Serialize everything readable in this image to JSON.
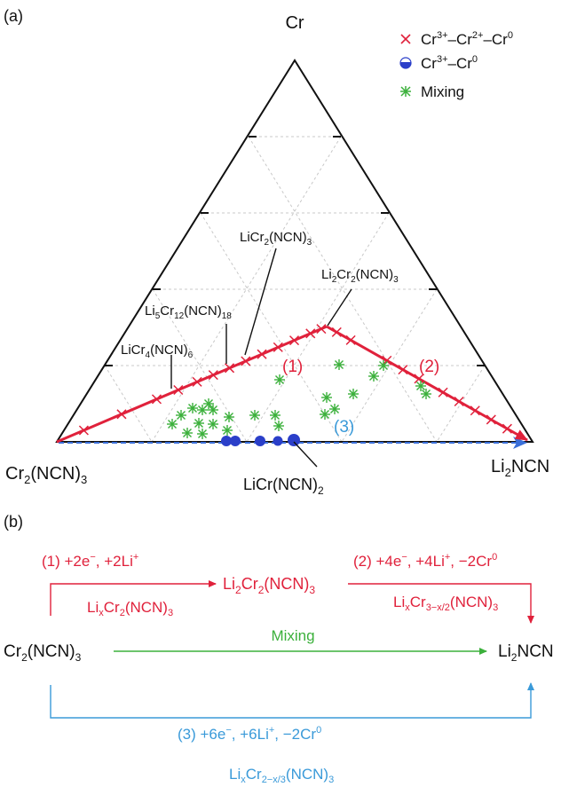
{
  "panel_a": {
    "label": "(a)",
    "vertices": {
      "top": "Cr",
      "left": {
        "base": "Cr",
        "sub": "2",
        "tail": "(NCN)",
        "sub2": "3"
      },
      "right": {
        "base": "Li",
        "sub": "2",
        "tail": "NCN"
      }
    },
    "legend": {
      "item1": {
        "p1": "Cr",
        "s1": "3+",
        "p2": "–Cr",
        "s2": "2+",
        "p3": "–Cr",
        "s3": "0"
      },
      "item2": {
        "p1": "Cr",
        "s1": "3+",
        "p2": "–Cr",
        "s2": "0"
      },
      "item3": "Mixing"
    },
    "compounds": {
      "LiCr2NCN3": {
        "a": "LiCr",
        "b": "2",
        "c": "(NCN)",
        "d": "3"
      },
      "Li2Cr2NCN3": {
        "a": "Li",
        "b": "2",
        "c": "Cr",
        "d": "2",
        "e": "(NCN)",
        "f": "3"
      },
      "Li5Cr12NCN18": {
        "a": "Li",
        "b": "5",
        "c": "Cr",
        "d": "12",
        "e": "(NCN)",
        "f": "18"
      },
      "LiCr4NCN6": {
        "a": "LiCr",
        "b": "4",
        "c": "(NCN)",
        "d": "6"
      },
      "LiCrNCN2": {
        "a": "LiCr(NCN)",
        "b": "2"
      }
    },
    "path_labels": {
      "p1": "(1)",
      "p2": "(2)",
      "p3": "(3)"
    },
    "colors": {
      "path1_2": "#e0213b",
      "path3": "#3a9ad9",
      "mixing": "#3bb03b",
      "circle": "#2b3fc9"
    }
  },
  "panel_b": {
    "label": "(b)",
    "step1": {
      "t1": "(1) +2e",
      "s1": "−",
      "t2": ", +2Li",
      "s2": "+"
    },
    "step1_product": {
      "a": "Li",
      "b": "x",
      "c": "Cr",
      "d": "2",
      "e": "(NCN)",
      "f": "3"
    },
    "middle": {
      "a": "Li",
      "b": "2",
      "c": "Cr",
      "d": "2",
      "e": "(NCN)",
      "f": "3"
    },
    "step2": {
      "t1": "(2) +4e",
      "s1": "−",
      "t2": ", +4Li",
      "s2": "+",
      "t3": ", −2Cr",
      "s3": "0"
    },
    "step2_product": {
      "a": "Li",
      "b": "x",
      "c": "Cr",
      "d": "3−x/2",
      "e": "(NCN)",
      "f": "3"
    },
    "left": {
      "a": "Cr",
      "b": "2",
      "c": "(NCN)",
      "d": "3"
    },
    "right": {
      "a": "Li",
      "b": "2",
      "c": "NCN"
    },
    "mixing": "Mixing",
    "step3": {
      "t1": "(3) +6e",
      "s1": "−",
      "t2": ", +6Li",
      "s2": "+",
      "t3": ", −2Cr",
      "s3": "0"
    },
    "step3_product": {
      "a": "Li",
      "b": "x",
      "c": "Cr",
      "d": "2−x/3",
      "e": "(NCN)",
      "f": "3"
    }
  }
}
